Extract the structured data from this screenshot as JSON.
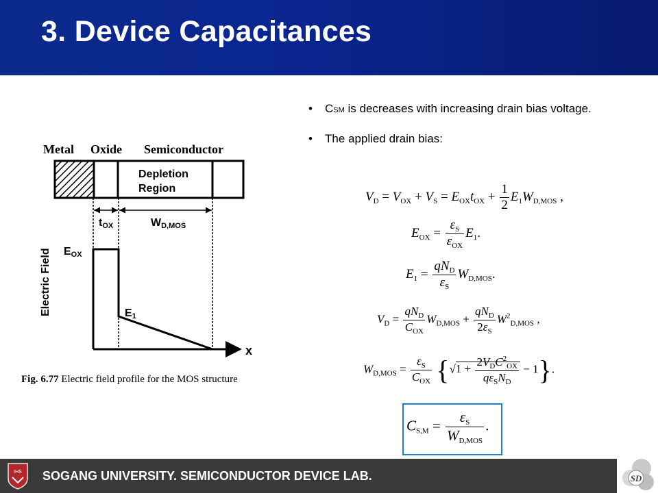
{
  "header": {
    "title": "3. Device Capacitances"
  },
  "bullets": {
    "b1_prefix": "C",
    "b1_sub": "SM",
    "b1_text": " is decreases with increasing drain bias voltage.",
    "b2_text": "The applied drain bias:",
    "bullet_char": "•"
  },
  "figure": {
    "metal": "Metal",
    "oxide": "Oxide",
    "semiconductor": "Semiconductor",
    "depletion_line1": "Depletion",
    "depletion_line2": "Region",
    "tox": "t",
    "tox_sub": "OX",
    "wd": "W",
    "wd_sub": "D,MOS",
    "eox": "E",
    "eox_sub": "OX",
    "e1": "E",
    "e1_sub": "1",
    "yaxis": "Electric Field",
    "xaxis": "x",
    "caption_bold": "Fig. 6.77",
    "caption_text": " Electric field profile for the MOS structure"
  },
  "footer": {
    "text": "SOGANG UNIVERSITY. SEMICONDUCTOR DEVICE LAB.",
    "shield_text": "IHS",
    "logo_text": "SD"
  },
  "colors": {
    "header": "#0a2590",
    "footer": "#3a3a3a",
    "box": "#1e7fd0"
  }
}
